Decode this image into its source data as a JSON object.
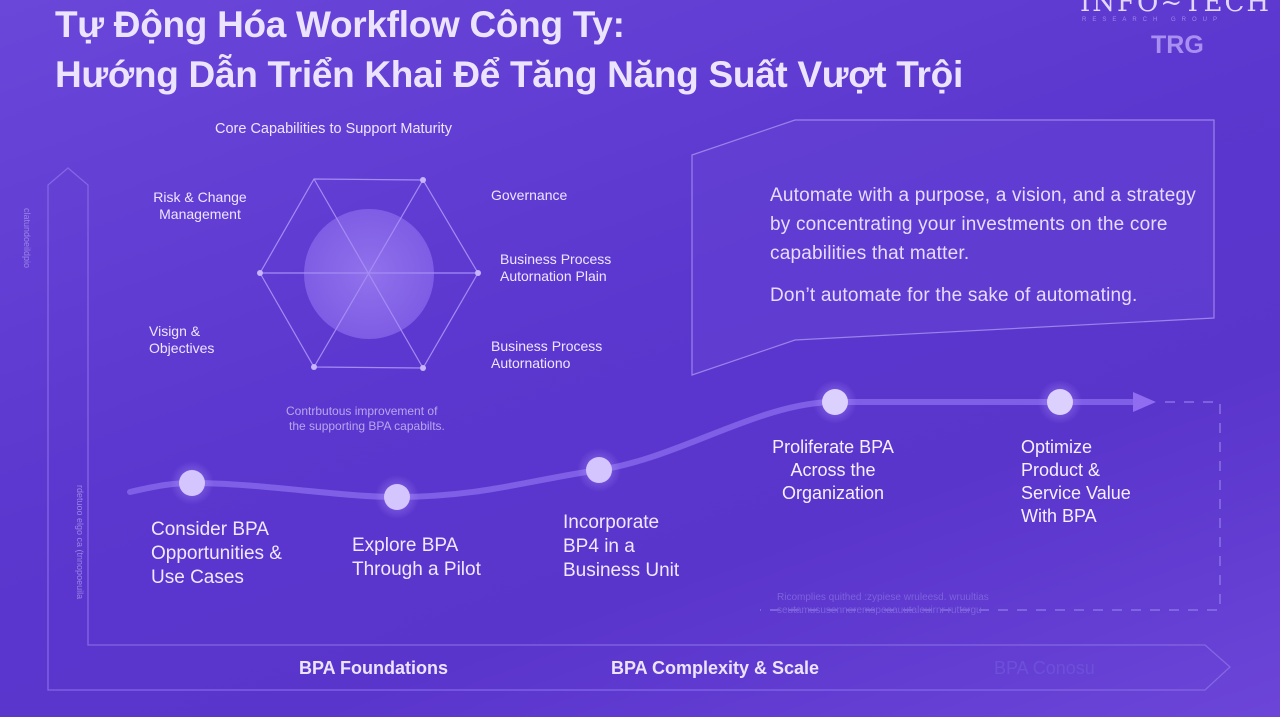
{
  "title": {
    "line1": "Tự Động Hóa Workflow Công Ty:",
    "line2": "Hướng Dẫn Triển Khai Để Tăng Năng Suất Vượt Trội"
  },
  "logo": {
    "brand": "INFO~TECH",
    "tagline": "RESEARCH GROUP",
    "trg": "TRG"
  },
  "side_labels": {
    "top": "clatundoeildpio",
    "bottom": "rdetuoo elgo ca (tnnopoeuila"
  },
  "capabilities": {
    "heading": "Core Capabilities to Support Maturity",
    "items": [
      "Risk & Change Management",
      "Governance",
      "Business Process Autornation Plain",
      "Visign & Objectives",
      "Business Process Autornationo"
    ],
    "footnote_line1": "Contrbutous improvement of",
    "footnote_line2": "the supporting BPA capabilts."
  },
  "callout": {
    "text": "Automate with a purpose, a vision, and a strategy by concentrating your investments on the core capabilities that matter.",
    "subtext": "Don’t automate for the sake of automating."
  },
  "steps": [
    {
      "label": "Consider BPA Opportunities & Use Cases"
    },
    {
      "label": "Explore BPA Through a Pilot"
    },
    {
      "label": "Incorporate BP4  in a Business Unit"
    },
    {
      "label": "Proliferate BPA Across the Organization"
    },
    {
      "label": "Optimize Product & Service Value With BPA"
    }
  ],
  "faint_note": {
    "line1": "Ricomplies quithed :zypiese wruleesd. wruultias",
    "line2": "seutamususenneremspeaauutaleuirnr ruttsrgu"
  },
  "phases": [
    "BPA Foundations",
    "BPA Complexity & Scale",
    "BPA Conosu"
  ],
  "colors": {
    "background": "#5b37cf",
    "accent": "#8f6cf0",
    "node": "#d9ccff"
  }
}
